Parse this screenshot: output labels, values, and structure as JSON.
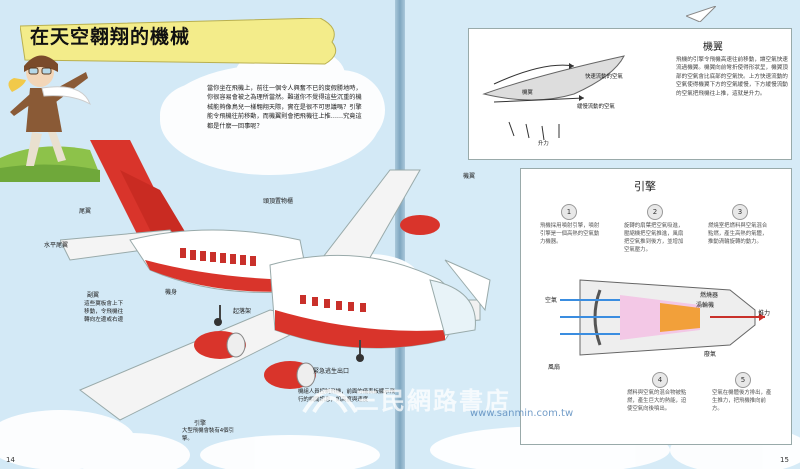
{
  "title": "在天空翱翔的機械",
  "intro": "當你坐在飛機上，前往一個令人興奮不已的度假勝地時，你很容易會被之為理所當然。難道你不覺得這些沉重的機械能夠像鳥兒一樣翱翔天際，實在是很不可思議嗎？引擎能令飛機往前移動，而機翼則會把飛機往上推……究竟這都是什麼一回事呢？",
  "labels": {
    "wing": "機翼",
    "overhead": "頭頂置物櫃",
    "tail_wing": "尾翼",
    "horizontal_tail": "水平尾翼",
    "aileron": "副翼",
    "aileron_desc": "這些翼板會上下移動，令飛機往轉向左邊或右邊",
    "fuselage": "機身",
    "landing_gear": "起落架",
    "emergency_exit": "緊急逃生出口",
    "cockpit_desc": "機組人員控制飛機，前面的儀表板顯示飛行的相關訊息，如高度與速度",
    "engine": "引擎",
    "engine_desc": "大型飛機會裝有4個引擎。"
  },
  "wing_box": {
    "title": "機翼",
    "fast_air": "快速流動的空氣",
    "slow_air": "緩慢流動的空氣",
    "wing_label": "機翼",
    "lift": "升力",
    "text": "飛機的引擎令飛機高速往前移動，讓空氣快速流過機翼。機翼向前彎折使得形狀呈，機翼頂部的空氣會比底部的空氣快。上方快速流動的空氣使得機翼下方的空氣緩慢，下方緩慢流動的空氣把飛機往上推，這就是升力。"
  },
  "engine_box": {
    "title": "引擎",
    "steps": [
      {
        "n": "1",
        "text": "飛機採用噴射引擎，噴射引擎是一個高熱的空氣動力機器。"
      },
      {
        "n": "2",
        "text": "旋轉的扇葉把空氣吸進，壓縮機把空氣推進，風扇把空氣推到後方，並增加空氣壓力。"
      },
      {
        "n": "3",
        "text": "燃燒室把燃料與空氣混合點燃，產生高熱的氣體，推動渦輪旋轉的動力。"
      },
      {
        "n": "4",
        "text": "燃料與空氣的混合物被點燃，產生巨大的熱能，迫使空氣向後噴出。"
      },
      {
        "n": "5",
        "text": "空氣在機體後方排出，產生推力，把飛機推向前方。"
      }
    ],
    "air_label": "空氣",
    "fan_label": "風扇",
    "combustion_label": "燃燒器",
    "turbine_label": "渦輪機",
    "thrust_label": "推力",
    "exhaust_label": "廢氣"
  },
  "page_left": "14",
  "page_right": "15",
  "watermark": "三民網路書店",
  "watermark_url": "www.sanmin.com.tw"
}
